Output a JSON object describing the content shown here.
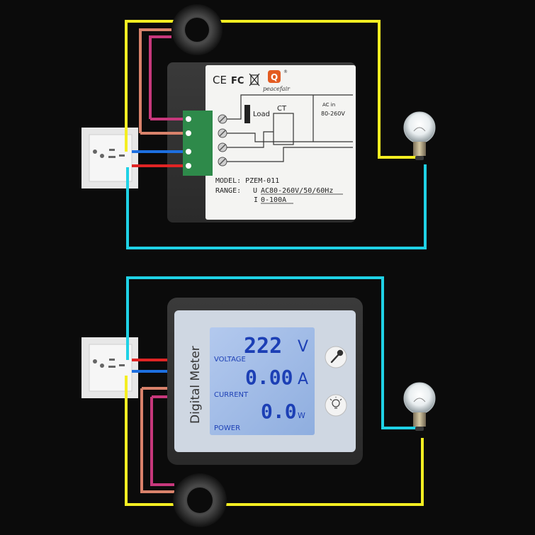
{
  "top_meter": {
    "logos": {
      "ce": "CE",
      "fc": "FC",
      "brand": "peacefair",
      "registered": "®"
    },
    "schematic": {
      "load_label": "Load",
      "ct_label": "CT",
      "ac_label": "AC in",
      "ac_range": "80-260V"
    },
    "model_line": "MODEL:  PZEM-011",
    "range_label": "RANGE:",
    "range_u_prefix": "U",
    "range_u": "AC80-260V/50/60Hz",
    "range_i_prefix": "I",
    "range_i": "0-100A"
  },
  "bottom_meter": {
    "side_title": "Digital Meter",
    "voltage_value": "222",
    "voltage_unit": "V",
    "voltage_label": "VOLTAGE",
    "current_value": "0.00",
    "current_unit": "A",
    "current_label": "CURRENT",
    "power_value": "0.0",
    "power_unit": "W",
    "power_label": "POWER",
    "buttons": {
      "settings_icon": "wrench-icon",
      "light_icon": "bulb-icon"
    }
  },
  "colors": {
    "background": "#0b0b0b",
    "wire_yellow": "#f4ee22",
    "wire_cyan": "#1fd2e6",
    "wire_salmon": "#d9826b",
    "wire_magenta": "#c7387c",
    "wire_blue": "#1d6fe0",
    "wire_red": "#e02424",
    "lcd_bg": "#9fb8e6",
    "lcd_text": "#1c3fb5"
  }
}
